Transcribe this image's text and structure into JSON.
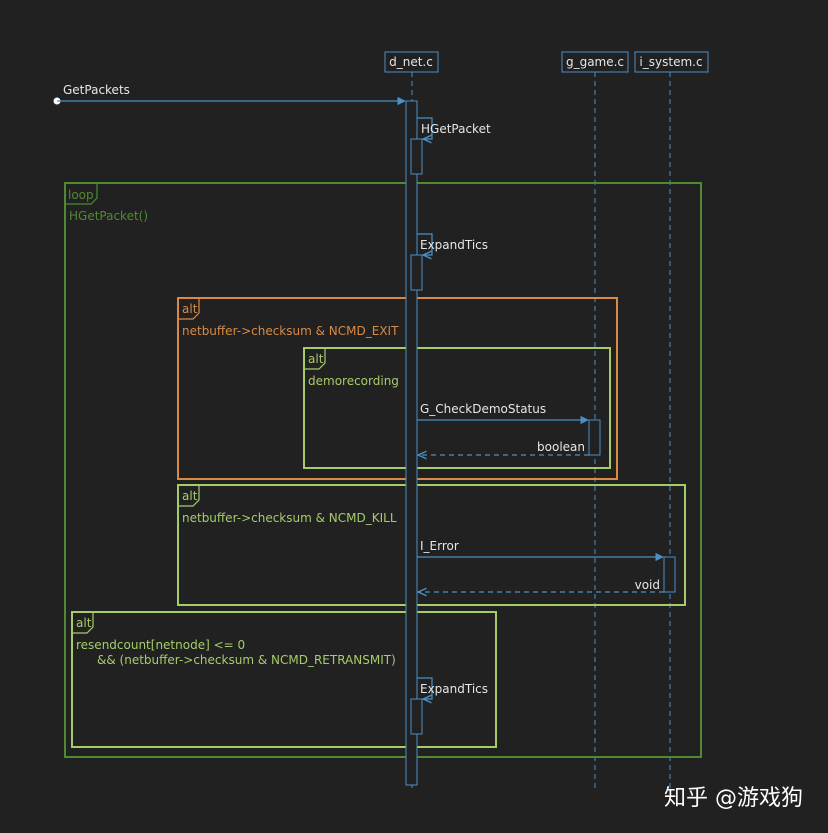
{
  "participants": [
    {
      "id": "d_net",
      "label": "d_net.c"
    },
    {
      "id": "g_game",
      "label": "g_game.c"
    },
    {
      "id": "i_system",
      "label": "i_system.c"
    }
  ],
  "messages": {
    "get_packets": "GetPackets",
    "hget_packet_call": "HGetPacket",
    "expand_tics_1": "ExpandTics",
    "check_demo_status": "G_CheckDemoStatus",
    "boolean_return": "boolean",
    "i_error": "I_Error",
    "void_return": "void",
    "expand_tics_2": "ExpandTics"
  },
  "fragments": {
    "loop": {
      "keyword": "loop",
      "guard": "HGetPacket()"
    },
    "alt_exit": {
      "keyword": "alt",
      "guard": "netbuffer->checksum & NCMD_EXIT"
    },
    "alt_demo": {
      "keyword": "alt",
      "guard": "demorecording"
    },
    "alt_kill": {
      "keyword": "alt",
      "guard": "netbuffer->checksum & NCMD_KILL"
    },
    "alt_resend": {
      "keyword": "alt",
      "guard_line1": "resendcount[netnode] <= 0",
      "guard_line2": "&& (netbuffer->checksum & NCMD_RETRANSMIT)"
    }
  },
  "colors": {
    "background": "#212121",
    "line": "#4a90c6",
    "loop": "#4f8a33",
    "alt_orange": "#d98a45",
    "alt_green": "#a6cc6a",
    "text": "#e6e6e6"
  },
  "watermark": "知乎 @游戏狗"
}
